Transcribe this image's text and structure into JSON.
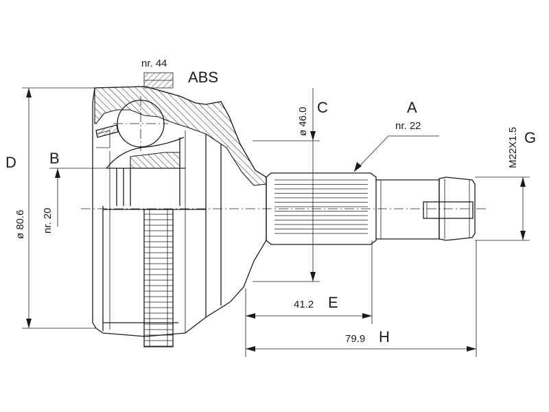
{
  "labels": {
    "abs": "ABS",
    "abs_teeth": "nr. 44",
    "letter_a": "A",
    "spline_teeth": "nr. 22",
    "letter_b": "B",
    "inner_spline": "nr. 20",
    "letter_c": "C",
    "shaft_dia": "ø 46.0",
    "letter_d": "D",
    "outer_dia": "ø 80.6",
    "letter_e": "E",
    "shaft_len": "41.2",
    "letter_g": "G",
    "thread": "M22X1.5",
    "letter_h": "H",
    "total_len": "79.9"
  }
}
